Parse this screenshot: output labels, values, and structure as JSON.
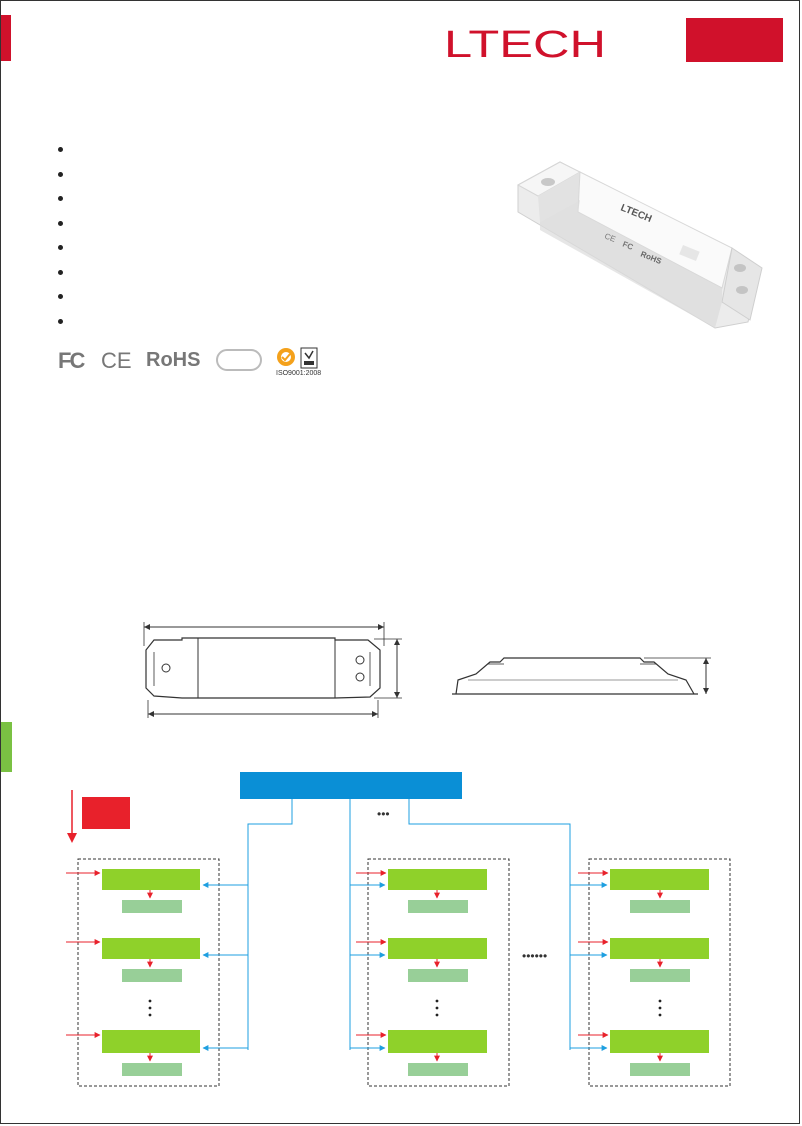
{
  "brand": {
    "logo_text": "LTECH"
  },
  "colors": {
    "brand_red": "#d0112b",
    "accent_green": "#7ac143",
    "bus_blue": "#0a8fd6",
    "module_green": "#8fd12a",
    "output_green": "#98cf98",
    "signal_red": "#e8212b"
  },
  "certifications": {
    "fcc": "FC",
    "ce": "CE",
    "rohs": "RoHS",
    "iso": "ISO9001:2008"
  },
  "product_label": {
    "brand": "LTECH",
    "ce": "CE",
    "fcc": "FC",
    "rohs": "RoHS"
  },
  "diagram": {
    "ellipsis_top": "•••",
    "ellipsis_middle": "••••••",
    "group_count": 3
  }
}
